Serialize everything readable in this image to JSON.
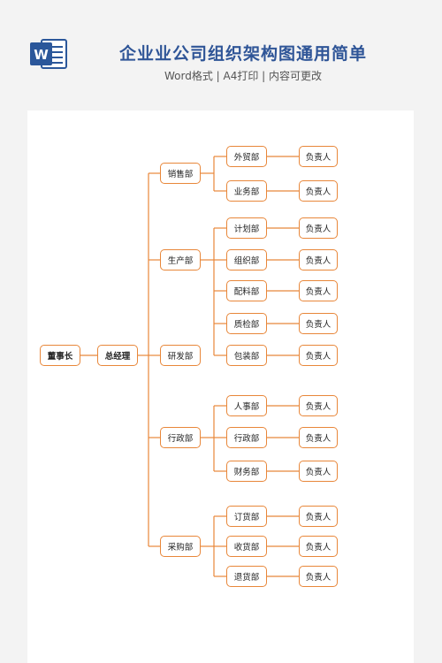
{
  "header": {
    "title": "企业业公司组织架构图通用简单",
    "subtitle": "Word格式 | A4打印 | 内容可更改",
    "icon_letter": "W"
  },
  "colors": {
    "accent": "#e8873a",
    "title": "#2f5597",
    "word_blue": "#2b579a"
  },
  "org": {
    "chairman": "董事长",
    "gm": "总经理",
    "departments": [
      {
        "name": "销售部",
        "subs": [
          {
            "name": "外贸部",
            "owner": "负责人"
          },
          {
            "name": "业务部",
            "owner": "负责人"
          }
        ]
      },
      {
        "name": "生产部",
        "subs": [
          {
            "name": "计划部",
            "owner": "负责人"
          },
          {
            "name": "组织部",
            "owner": "负责人"
          },
          {
            "name": "配料部",
            "owner": "负责人"
          },
          {
            "name": "质检部",
            "owner": "负责人"
          },
          {
            "name": "包装部",
            "owner": "负责人"
          }
        ]
      },
      {
        "name": "研发部",
        "subs": []
      },
      {
        "name": "行政部",
        "subs": [
          {
            "name": "人事部",
            "owner": "负责人"
          },
          {
            "name": "行政部",
            "owner": "负责人"
          },
          {
            "name": "财务部",
            "owner": "负责人"
          }
        ]
      },
      {
        "name": "采购部",
        "subs": [
          {
            "name": "订货部",
            "owner": "负责人"
          },
          {
            "name": "收货部",
            "owner": "负责人"
          },
          {
            "name": "退货部",
            "owner": "负责人"
          }
        ]
      }
    ]
  }
}
